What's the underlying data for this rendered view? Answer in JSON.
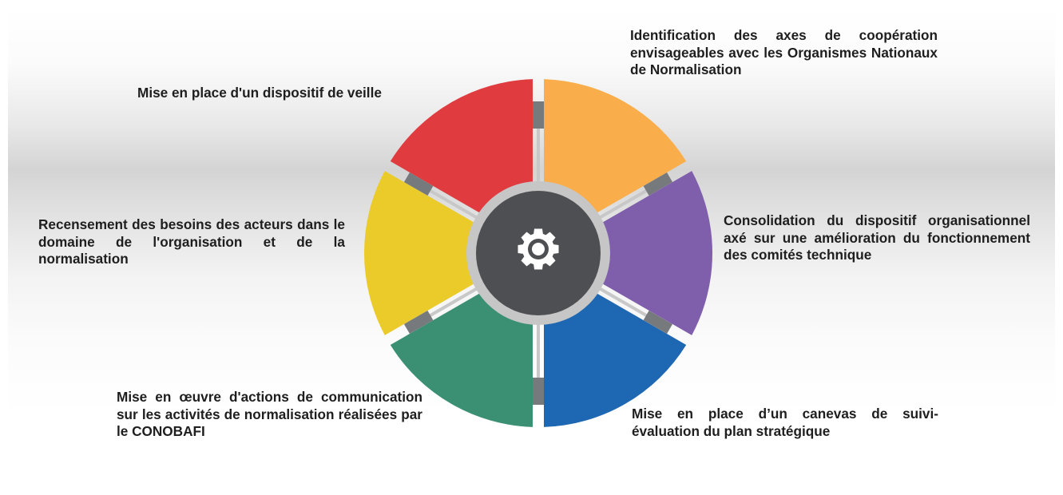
{
  "center": {
    "icon": "gear-icon"
  },
  "segments": [
    {
      "id": "veille",
      "color": "#e03b3f",
      "text": "Mise en place d'un dispositif de veille"
    },
    {
      "id": "cooperation",
      "color": "#f9ae4b",
      "text": "Identification des axes de coopération envisageables avec les Organismes Nationaux de Normalisation"
    },
    {
      "id": "consolidation",
      "color": "#7f5fac",
      "text": "Consolidation du dispositif organisationnel axé sur une amélioration du fonctionnement des comités technique"
    },
    {
      "id": "suivi",
      "color": "#1e67b2",
      "text": "Mise en place d’un canevas de suivi-évaluation du plan stratégique"
    },
    {
      "id": "communication",
      "color": "#3b8f73",
      "text": "Mise en œuvre d'actions de communication sur les activités de normalisation réalisées par le CONOBAFI"
    },
    {
      "id": "recensement",
      "color": "#ebcb2a",
      "text": "Recensement des besoins des acteurs dans le domaine de l'organisation et de la normalisation"
    }
  ],
  "colors": {
    "hub": "#4d4f52",
    "ring": "#c6c6c6",
    "connector": "#777a7d",
    "gear": "#ffffff"
  }
}
